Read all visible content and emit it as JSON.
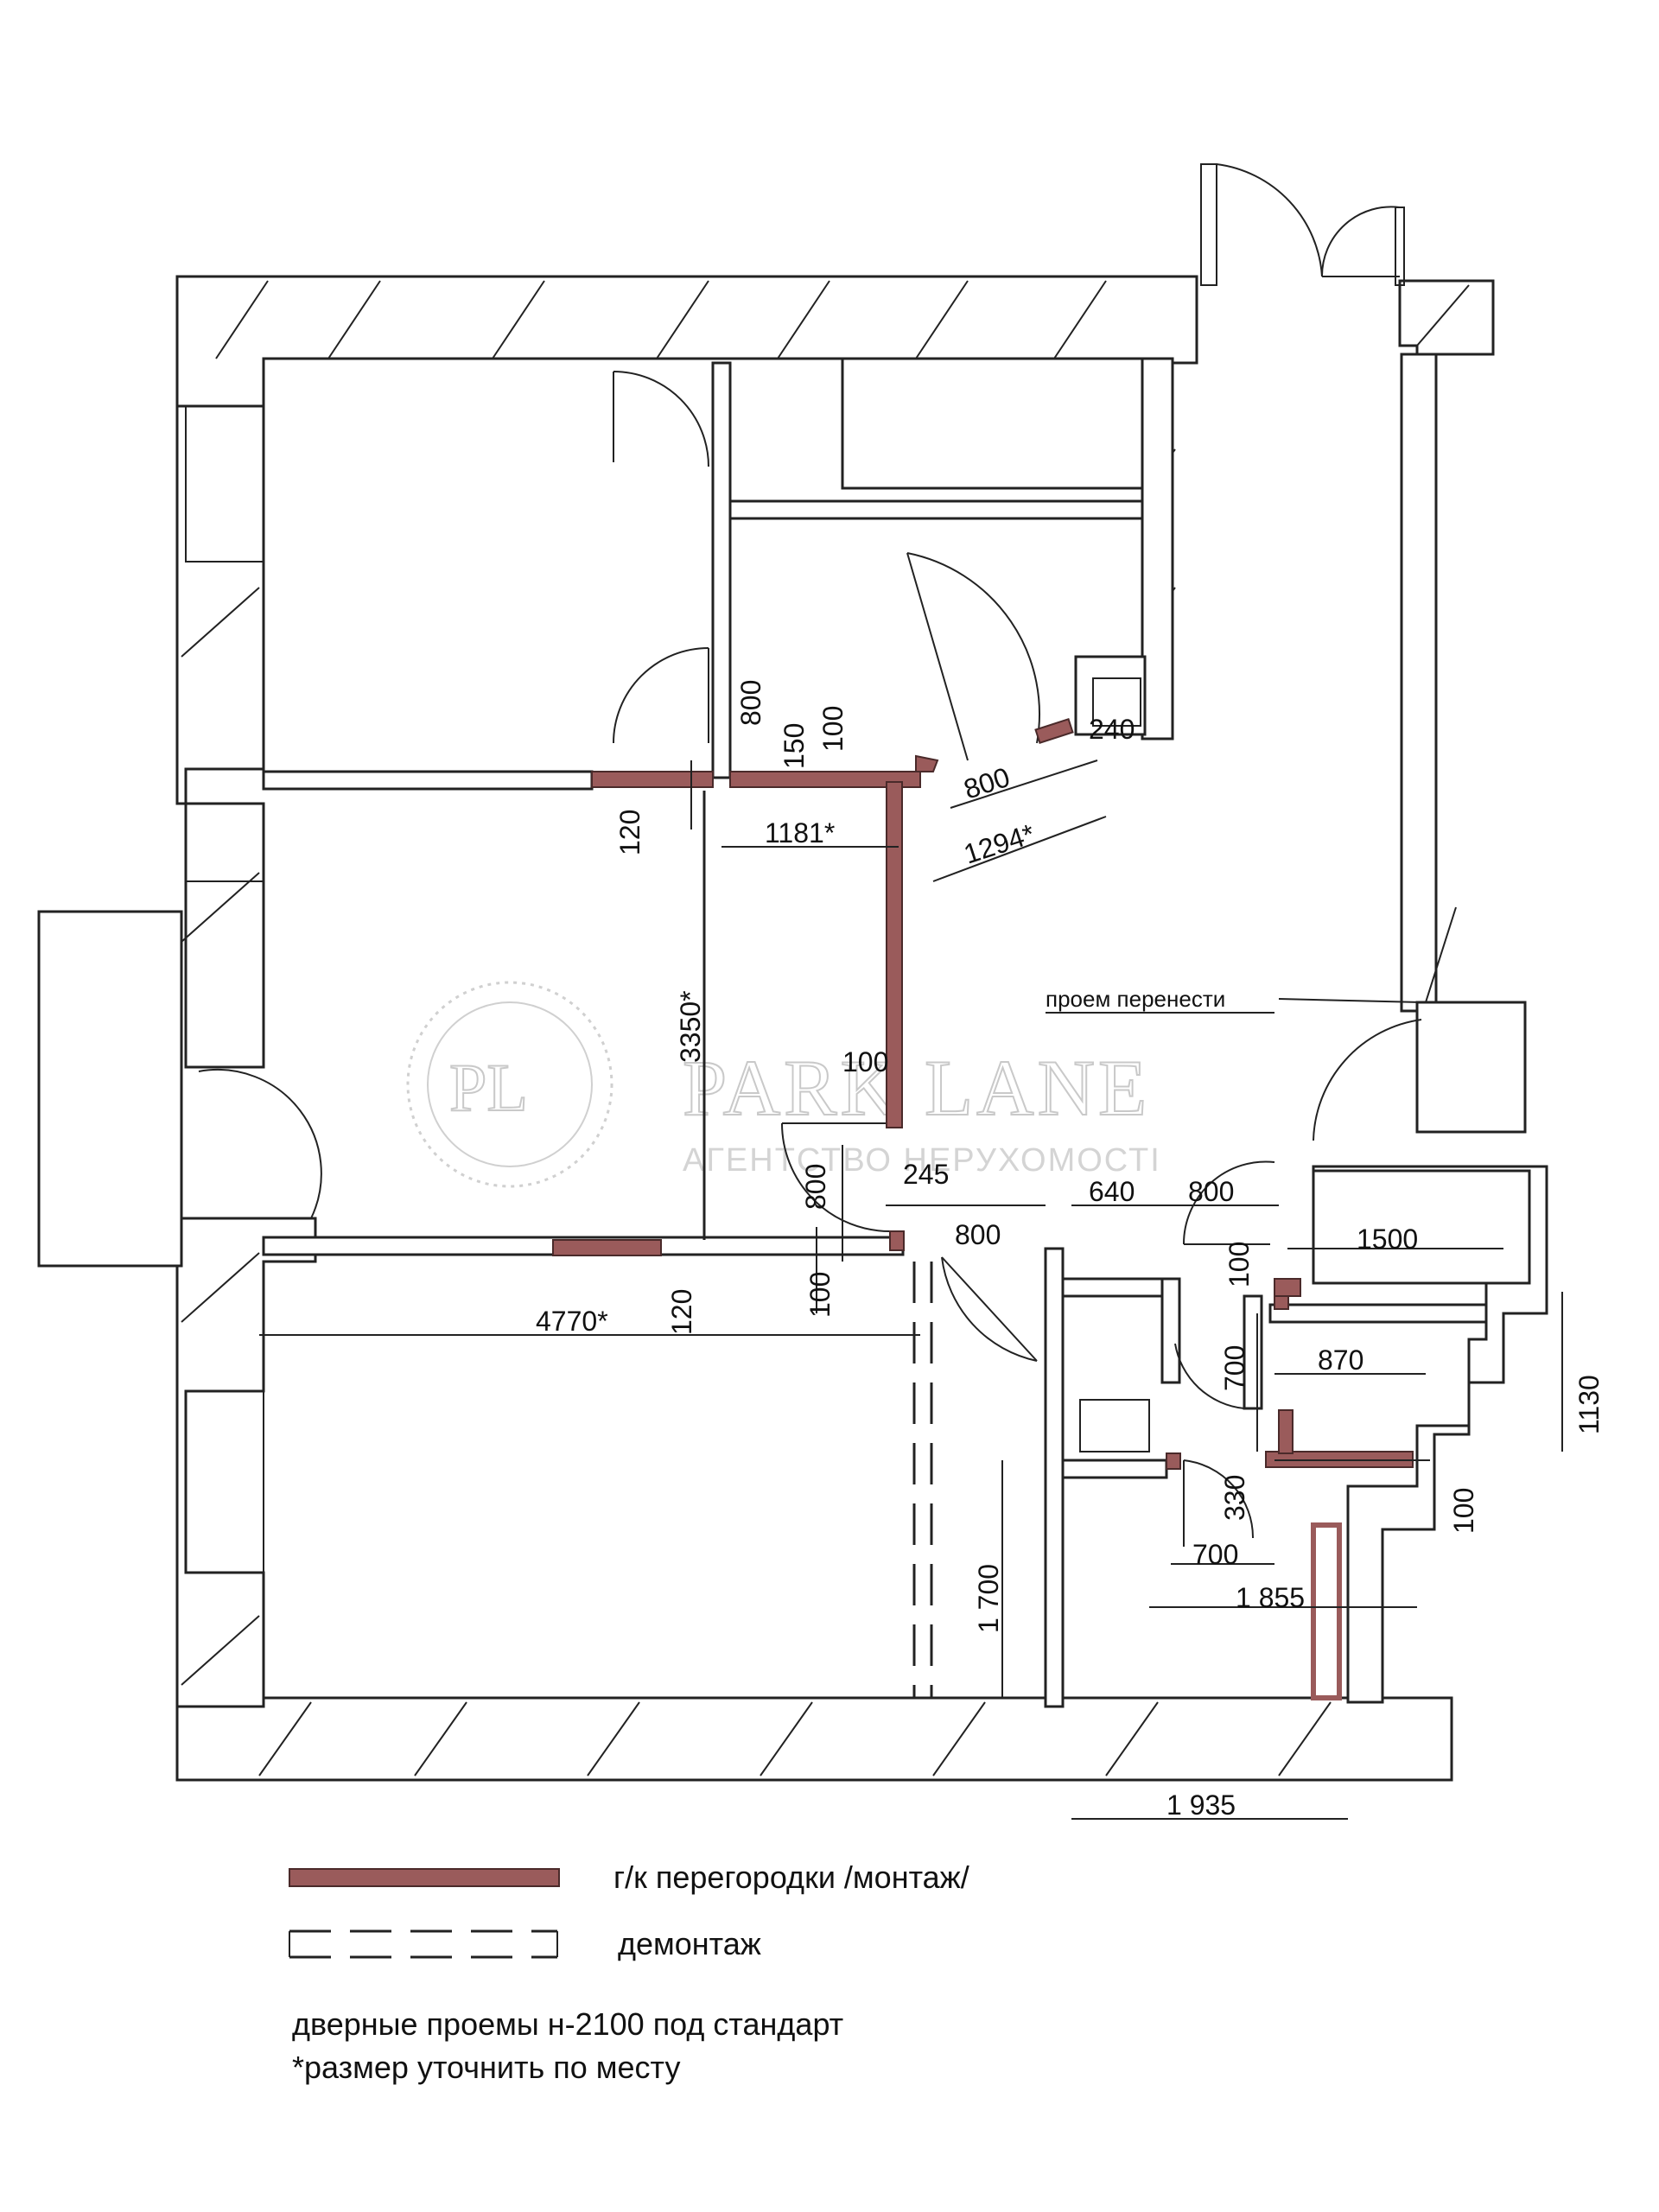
{
  "watermark": {
    "monogram": "PL",
    "brand": "PARK LANE",
    "tagline": "АГЕНТСТВО НЕРУХОМОСТІ"
  },
  "dimensions": {
    "d800_top": "800",
    "d150": "150",
    "d100_top": "100",
    "d120_top": "120",
    "d800_diag": "800",
    "d240": "240",
    "d1294": "1294*",
    "d1181": "1181*",
    "d3350": "3350*",
    "d100_mid": "100",
    "d800_left": "800",
    "d245": "245",
    "d800_mid": "800",
    "d640": "640",
    "d800_right": "800",
    "d1500": "1500",
    "d100_bottom": "100",
    "d120_bottom": "120",
    "d4770": "4770*",
    "d100_bath": "100",
    "d700_a": "700",
    "d870": "870",
    "d1130": "1130",
    "d330": "330",
    "d100_right": "100",
    "d700_b": "700",
    "d1855": "1 855",
    "d1700": "1 700",
    "d1935": "1 935"
  },
  "notes": {
    "move_opening": "проем перенести"
  },
  "legend": {
    "install_label": "г/к перегородки /монтаж/",
    "dismantle_label": "демонтаж",
    "note_doors": "дверные проемы н-2100 под стандарт",
    "note_size": "*размер уточнить по месту"
  },
  "colors": {
    "partition": "#9a5b5b",
    "wall_line": "#222222",
    "watermark": "#c9c9c9"
  }
}
